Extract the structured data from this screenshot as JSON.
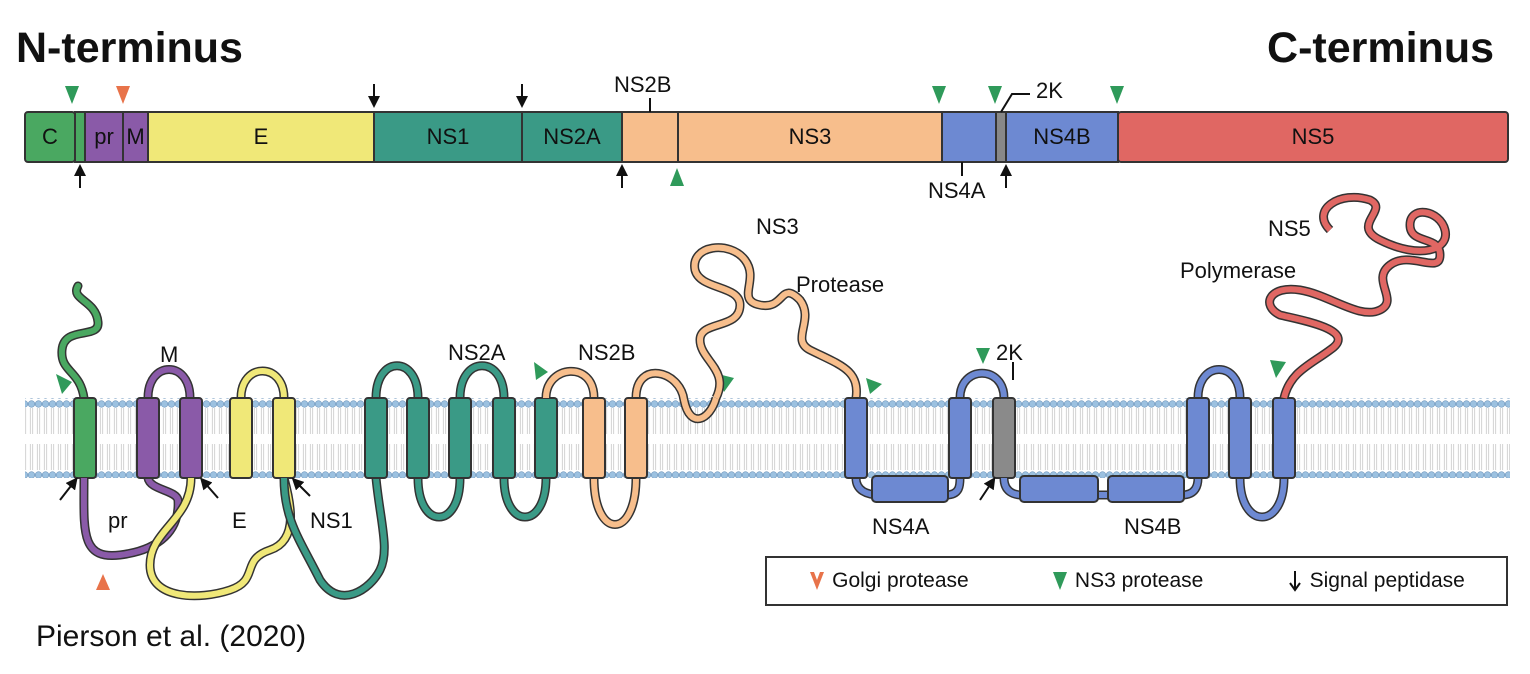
{
  "titles": {
    "n_terminus": "N-terminus",
    "c_terminus": "C-terminus"
  },
  "polyprotein": {
    "segments": [
      {
        "name": "C",
        "color": "#4aa861"
      },
      {
        "name": "pr",
        "color": "#8a5aa8"
      },
      {
        "name": "M",
        "color": "#8a5aa8"
      },
      {
        "name": "E",
        "color": "#f0e878"
      },
      {
        "name": "NS1",
        "color": "#3a9a86"
      },
      {
        "name": "NS2A",
        "color": "#3a9a86"
      },
      {
        "name": "NS3",
        "color": "#f7be8c"
      },
      {
        "name": "NS4B",
        "color": "#6d89d2"
      },
      {
        "name": "NS5",
        "color": "#e06763"
      }
    ],
    "callouts": {
      "ns2b": "NS2B",
      "k2": "2K",
      "ns4a": "NS4A"
    }
  },
  "membrane_labels": {
    "m": "M",
    "pr": "pr",
    "e": "E",
    "ns1": "NS1",
    "ns2a": "NS2A",
    "ns2b": "NS2B",
    "ns3": "NS3",
    "protease": "Protease",
    "k2": "2K",
    "ns4a": "NS4A",
    "ns4b": "NS4B",
    "ns5": "NS5",
    "polymerase": "Polymerase"
  },
  "legend": {
    "golgi": "Golgi protease",
    "ns3": "NS3 protease",
    "signal": "Signal peptidase"
  },
  "colors": {
    "golgi": "#e8734a",
    "ns3_marker": "#2f9a5a",
    "membrane": "#8fb6d8"
  },
  "citation": "Pierson et al. (2020)"
}
